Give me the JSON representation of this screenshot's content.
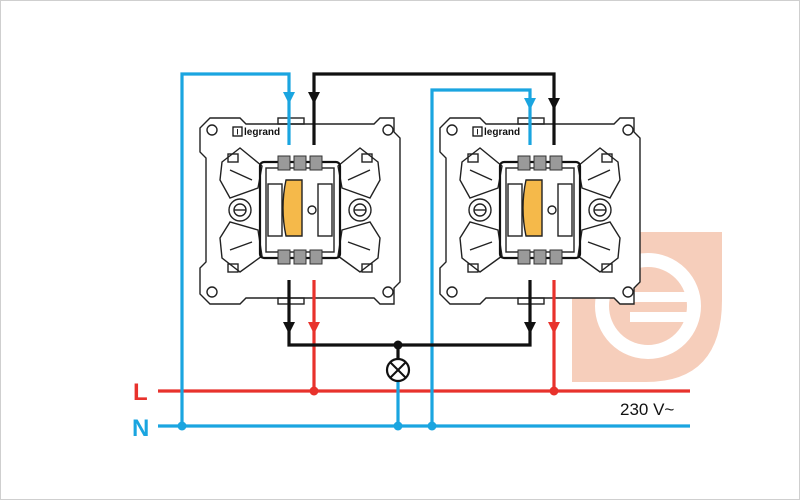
{
  "diagram": {
    "label_L": "L",
    "label_N": "N",
    "voltage": "230 V~",
    "brand_left": "legrand",
    "brand_right": "legrand",
    "colors": {
      "phase": "#e8322c",
      "neutral": "#1aa5e0",
      "switch_wire": "#111111",
      "toggle": "#f5b94a",
      "watermark": "#f6c9b4"
    },
    "icons": [
      "lamp-icon",
      "logo-watermark-icon"
    ]
  }
}
